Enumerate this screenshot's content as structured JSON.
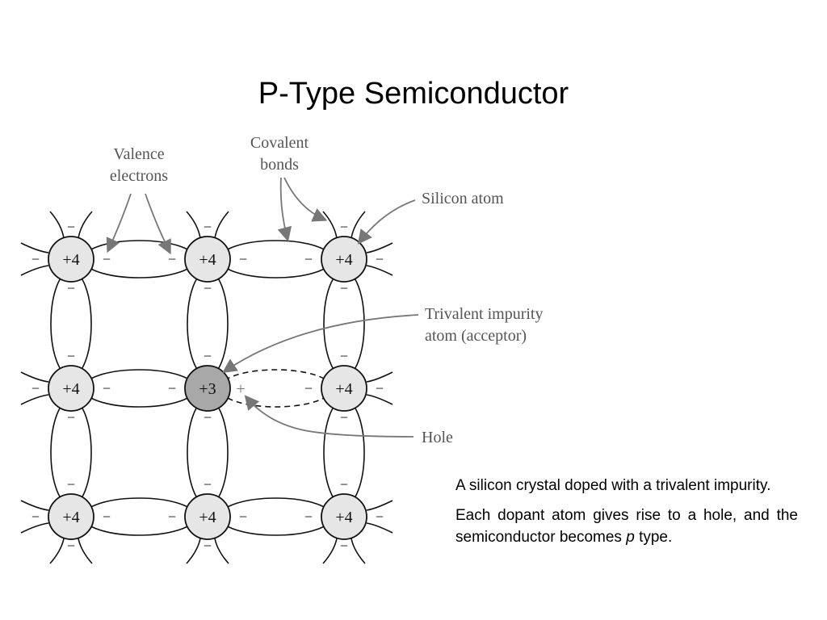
{
  "slide": {
    "title": "P-Type Semiconductor"
  },
  "diagram": {
    "labels": {
      "valence_line1": "Valence",
      "valence_line2": "electrons",
      "covalent_line1": "Covalent",
      "covalent_line2": "bonds",
      "silicon_atom": "Silicon atom",
      "trivalent_line1": "Trivalent impurity",
      "trivalent_line2": "atom (acceptor)",
      "hole": "Hole"
    },
    "atom_charges": [
      [
        "+4",
        "+4",
        "+4"
      ],
      [
        "+4",
        "+3",
        "+4"
      ],
      [
        "+4",
        "+4",
        "+4"
      ]
    ],
    "electron_symbol": "−",
    "hole_symbol": "+",
    "colors": {
      "silicon_fill": "#e6e6e6",
      "acceptor_fill": "#a8a8a8",
      "pointer": "#777777"
    }
  },
  "caption": {
    "p1": "A silicon crystal doped with a trivalent impurity.",
    "p2_before": "Each dopant atom gives rise to a hole, and the semiconductor becomes ",
    "p2_italic": "p",
    "p2_after": " type."
  }
}
